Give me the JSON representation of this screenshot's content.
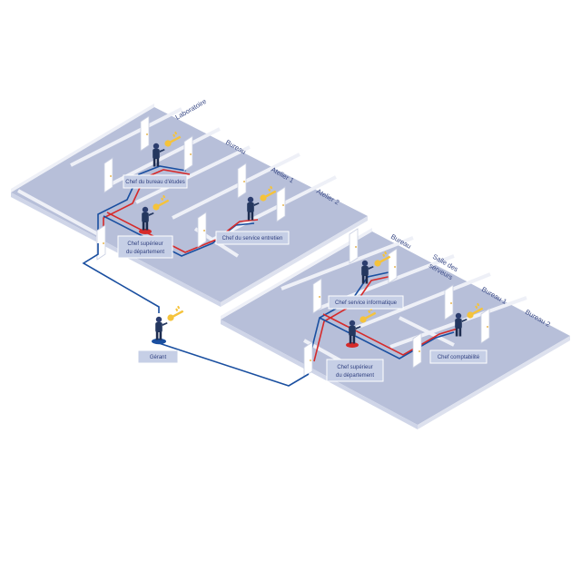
{
  "building_a": {
    "rooms": [
      "Laboratoire",
      "Bureau",
      "Atelier 1",
      "Atelier 2"
    ],
    "roles": {
      "etudes": "Chef du bureau d'études",
      "entretien": "Chef du service entretien",
      "dept_line1": "Chef supérieur",
      "dept_line2": "du département"
    }
  },
  "building_b": {
    "rooms": [
      "Bureau",
      "Salle des",
      "serveurs",
      "Bureau 1",
      "Bureau 2"
    ],
    "roles": {
      "informatique": "Chef service informatique",
      "comptabilite": "Chef comptabilité",
      "dept_line1": "Chef supérieur",
      "dept_line2": "du département"
    }
  },
  "manager": {
    "label": "Gérant"
  },
  "colors": {
    "floor": "#b7bfd9",
    "wall_top": "#eef0f7",
    "wall_side": "#cfd5e8",
    "path_blue": "#1a4fa0",
    "path_red": "#d62a2a",
    "key": "#f5c33b",
    "label_bg": "#c6cfe6",
    "label_text": "#2f3f7f"
  }
}
